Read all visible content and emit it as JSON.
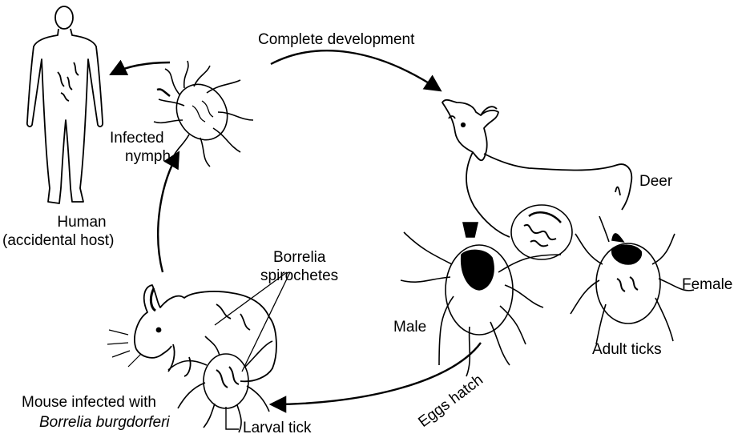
{
  "labels": {
    "complete_development": "Complete development",
    "infected": "Infected",
    "nymph": "nymph",
    "human": "Human",
    "accidental_host": "(accidental host)",
    "deer": "Deer",
    "borrelia": "Borrelia",
    "spirochetes": "spirochetes",
    "female": "Female",
    "male": "Male",
    "adult_ticks": "Adult ticks",
    "eggs_hatch": "Eggs hatch",
    "mouse_infected_with": "Mouse infected with",
    "borrelia_burgdorferi": "Borrelia burgdorferi",
    "larval_tick": "Larval tick"
  },
  "colors": {
    "ink": "#000000",
    "paper": "#ffffff"
  },
  "icons": [
    "human-figure",
    "nymph-tick",
    "deer",
    "male-tick",
    "female-tick",
    "mouse",
    "larval-tick"
  ]
}
